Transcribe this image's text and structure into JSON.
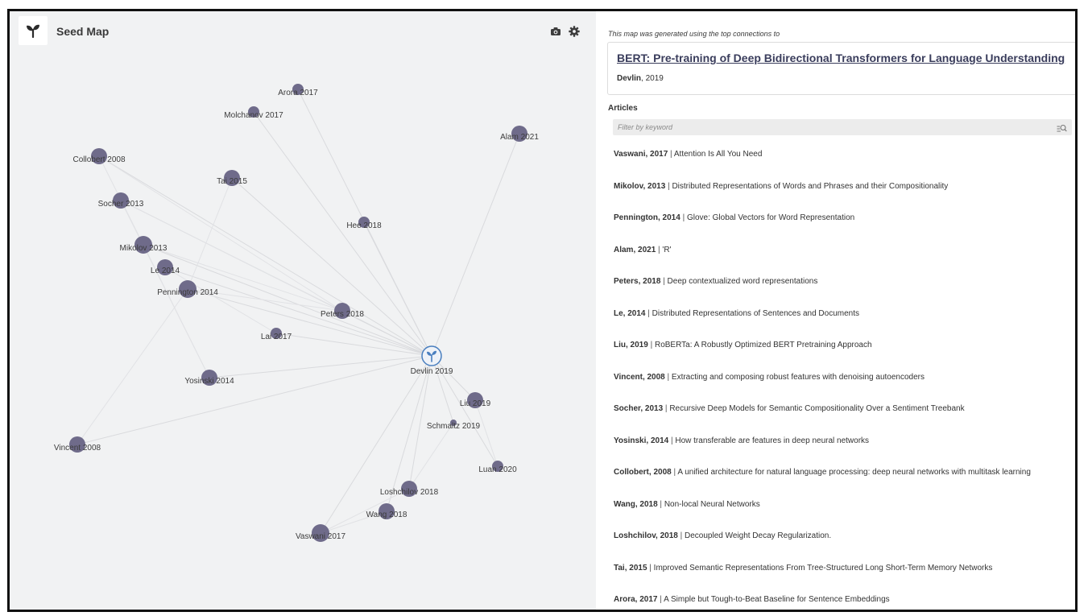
{
  "app": {
    "title": "Seed Map",
    "logo_icon": "sprout-icon",
    "tools": [
      "camera-icon",
      "gear-icon"
    ]
  },
  "map": {
    "node_color": "#6f6b8a",
    "seed_node": {
      "label": "Devlin 2019",
      "icon": "sprout-icon",
      "color": "#4a7fbf"
    },
    "nodes": [
      {
        "label": "Arora 2017",
        "size": "small"
      },
      {
        "label": "Molchanov 2017",
        "size": "small"
      },
      {
        "label": "Alam 2021",
        "size": "medium"
      },
      {
        "label": "Collobert 2008",
        "size": "medium"
      },
      {
        "label": "Tai 2015",
        "size": "medium"
      },
      {
        "label": "Socher 2013",
        "size": "medium"
      },
      {
        "label": "Hee 2018",
        "size": "small"
      },
      {
        "label": "Mikolov 2013",
        "size": "large"
      },
      {
        "label": "Le 2014",
        "size": "medium"
      },
      {
        "label": "Pennington 2014",
        "size": "large"
      },
      {
        "label": "Peters 2018",
        "size": "medium"
      },
      {
        "label": "Lai 2017",
        "size": "small"
      },
      {
        "label": "Yosinski 2014",
        "size": "medium"
      },
      {
        "label": "Liu 2019",
        "size": "medium"
      },
      {
        "label": "Schmaltz 2019",
        "size": "tiny"
      },
      {
        "label": "Vincent 2008",
        "size": "medium"
      },
      {
        "label": "Luan 2020",
        "size": "small"
      },
      {
        "label": "Loshchilov 2018",
        "size": "medium"
      },
      {
        "label": "Wang 2018",
        "size": "medium"
      },
      {
        "label": "Vaswani 2017",
        "size": "large"
      }
    ]
  },
  "sidebar": {
    "intro": "This map was generated using the top connections to",
    "seed": {
      "title": "BERT: Pre-training of Deep Bidirectional Transformers for Language Understanding",
      "author": "Devlin",
      "year": ", 2019"
    },
    "articles_heading": "Articles",
    "filter_placeholder": "Filter by keyword",
    "filter_icon": "search-icon",
    "articles": [
      {
        "author": "Vaswani, 2017",
        "sep": " | ",
        "title": "Attention Is All You Need"
      },
      {
        "author": "Mikolov, 2013",
        "sep": " | ",
        "title": "Distributed Representations of Words and Phrases and their Compositionality"
      },
      {
        "author": "Pennington, 2014",
        "sep": " | ",
        "title": "Glove: Global Vectors for Word Representation"
      },
      {
        "author": "Alam, 2021",
        "sep": " | ",
        "title": "'R'"
      },
      {
        "author": "Peters, 2018",
        "sep": " | ",
        "title": "Deep contextualized word representations"
      },
      {
        "author": "Le, 2014",
        "sep": " | ",
        "title": "Distributed Representations of Sentences and Documents"
      },
      {
        "author": "Liu, 2019",
        "sep": " | ",
        "title": "RoBERTa: A Robustly Optimized BERT Pretraining Approach"
      },
      {
        "author": "Vincent, 2008",
        "sep": " | ",
        "title": "Extracting and composing robust features with denoising autoencoders"
      },
      {
        "author": "Socher, 2013",
        "sep": " | ",
        "title": "Recursive Deep Models for Semantic Compositionality Over a Sentiment Treebank"
      },
      {
        "author": "Yosinski, 2014",
        "sep": " | ",
        "title": "How transferable are features in deep neural networks"
      },
      {
        "author": "Collobert, 2008",
        "sep": " | ",
        "title": "A unified architecture for natural language processing: deep neural networks with multitask learning"
      },
      {
        "author": "Wang, 2018",
        "sep": " | ",
        "title": "Non-local Neural Networks"
      },
      {
        "author": "Loshchilov, 2018",
        "sep": " | ",
        "title": "Decoupled Weight Decay Regularization."
      },
      {
        "author": "Tai, 2015",
        "sep": " | ",
        "title": "Improved Semantic Representations From Tree-Structured Long Short-Term Memory Networks"
      },
      {
        "author": "Arora, 2017",
        "sep": " | ",
        "title": "A Simple but Tough-to-Beat Baseline for Sentence Embeddings"
      }
    ]
  }
}
